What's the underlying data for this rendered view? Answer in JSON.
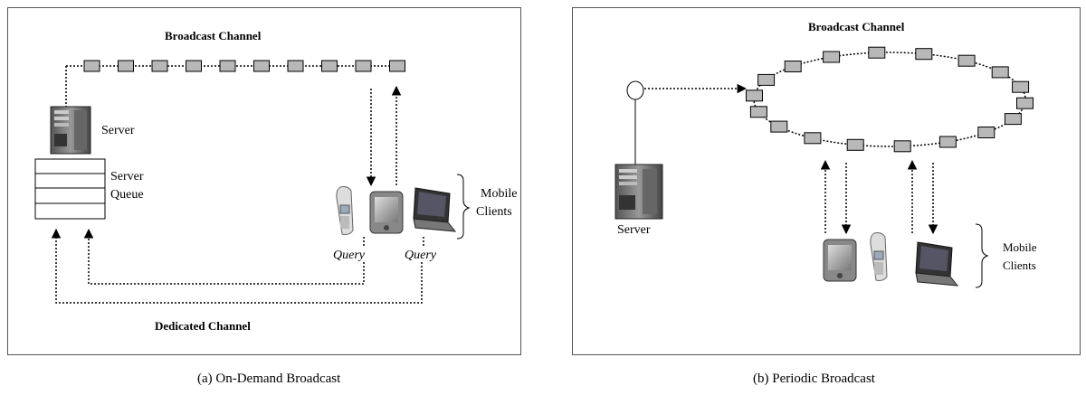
{
  "panel_a": {
    "broadcast_label": "Broadcast Channel",
    "server_label": "Server",
    "queue_label_1": "Server",
    "queue_label_2": "Queue",
    "clients_label_1": "Mobile",
    "clients_label_2": "Clients",
    "query_label_1": "Query",
    "query_label_2": "Query",
    "dedicated_label": "Dedicated Channel",
    "caption": "(a) On-Demand Broadcast"
  },
  "panel_b": {
    "broadcast_label": "Broadcast Channel",
    "server_label": "Server",
    "clients_label_1": "Mobile",
    "clients_label_2": "Clients",
    "caption": "(b) Periodic Broadcast"
  },
  "colors": {
    "packet_fill": "#b8b8b8",
    "stroke": "#000000",
    "panel_border": "#555555"
  },
  "icons": [
    "server-icon",
    "pda-icon",
    "phone-icon",
    "laptop-icon"
  ]
}
